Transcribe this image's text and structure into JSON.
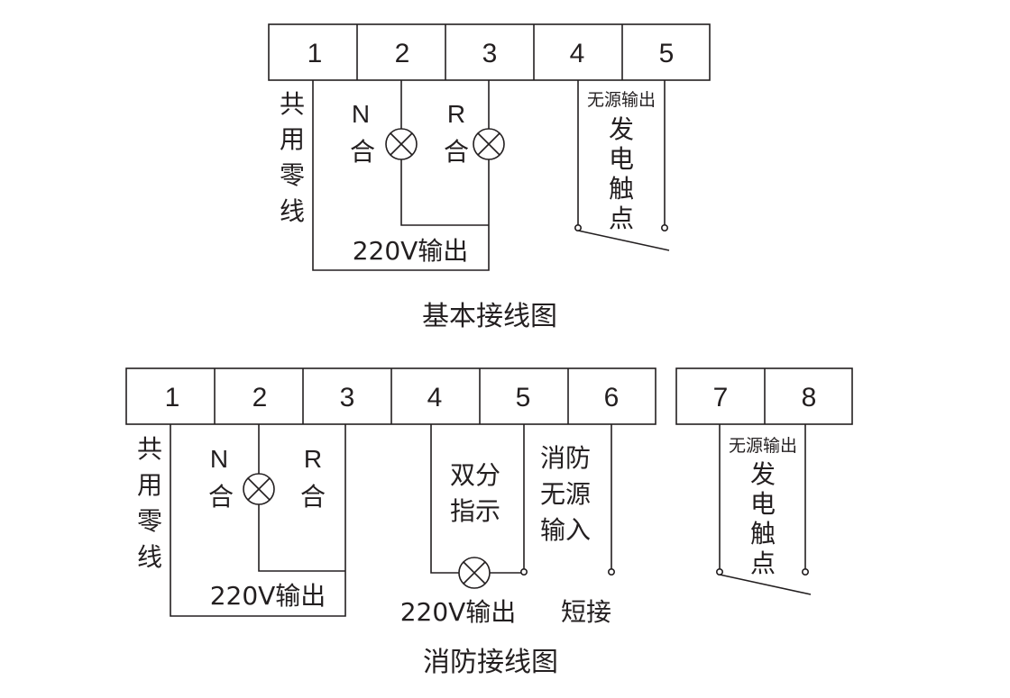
{
  "diagram1": {
    "caption": "基本接线图",
    "terminals": [
      "1",
      "2",
      "3",
      "4",
      "5"
    ],
    "neutral_label": [
      "共",
      "用",
      "零",
      "线"
    ],
    "lamp_n": {
      "top": "N",
      "bottom": "合"
    },
    "lamp_r": {
      "top": "R",
      "bottom": "合"
    },
    "output_label": "220V输出",
    "passive_output": "无源输出",
    "contact_label": [
      "发",
      "电",
      "触",
      "点"
    ]
  },
  "diagram2": {
    "caption": "消防接线图",
    "terminals": [
      "1",
      "2",
      "3",
      "4",
      "5",
      "6"
    ],
    "terminals_extra": [
      "7",
      "8"
    ],
    "neutral_label": [
      "共",
      "用",
      "零",
      "线"
    ],
    "lamp_n": {
      "top": "N",
      "bottom": "合"
    },
    "r_label": {
      "top": "R",
      "bottom": "合"
    },
    "output_label_left": "220V输出",
    "dual_indicator": [
      "双分",
      "指示"
    ],
    "fire_input": [
      "消防",
      "无源",
      "输入"
    ],
    "output_label_mid": "220V输出",
    "short_label": "短接",
    "passive_output": "无源输出",
    "contact_label": [
      "发",
      "电",
      "触",
      "点"
    ]
  },
  "colors": {
    "ink": "#231f20",
    "background": "#ffffff"
  },
  "icons": [
    "lamp-icon",
    "switch-contact-icon"
  ]
}
